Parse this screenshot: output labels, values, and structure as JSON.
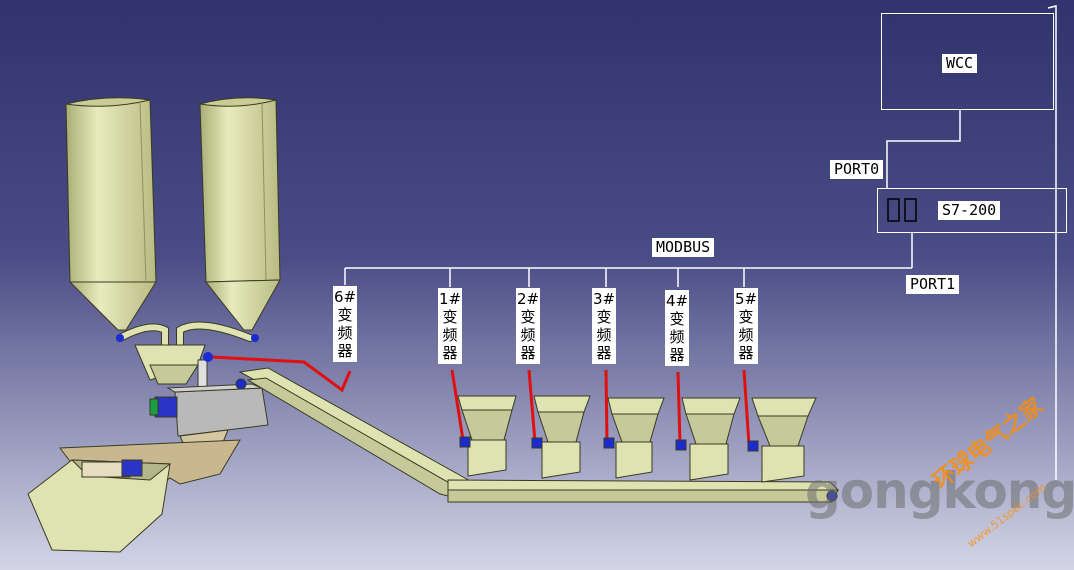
{
  "labels": {
    "wcc": "WCC",
    "port0": "PORT0",
    "s7": "S7-200",
    "modbus": "MODBUS",
    "port1": "PORT1"
  },
  "vfds": [
    {
      "num": "6#",
      "c1": "变",
      "c2": "频",
      "c3": "器"
    },
    {
      "num": "1#",
      "c1": "变",
      "c2": "频",
      "c3": "器"
    },
    {
      "num": "2#",
      "c1": "变",
      "c2": "频",
      "c3": "器"
    },
    {
      "num": "3#",
      "c1": "变",
      "c2": "频",
      "c3": "器"
    },
    {
      "num": "4#",
      "c1": "变",
      "c2": "频",
      "c3": "器"
    },
    {
      "num": "5#",
      "c1": "变",
      "c2": "频",
      "c3": "器"
    }
  ],
  "watermark": {
    "brand": "gongkong",
    "cn": "环球电气之家",
    "url": "www.51spec.com"
  },
  "colors": {
    "bg_top": "#33356f",
    "bg_bottom": "#cfd1e3",
    "equipment": "#dfe3b2",
    "bus_line": "#ffffff",
    "signal": "#e01010",
    "motor": "#1a2bd0"
  }
}
